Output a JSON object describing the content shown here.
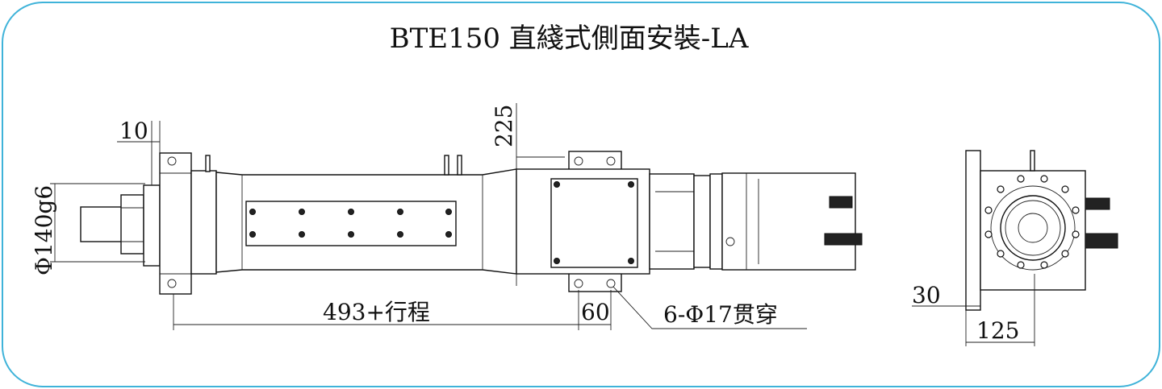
{
  "title": "BTE150 直綫式側面安裝-LA",
  "dimensions": {
    "flange_thickness": "10",
    "shaft_diameter": "Φ140g6",
    "height": "225",
    "length": "493+行程",
    "hole_spacing": "60",
    "holes": "6-Φ17贯穿",
    "end_flange_thickness": "30",
    "end_width": "125"
  },
  "colors": {
    "border": "#3fb3d9",
    "line": "#111111"
  }
}
